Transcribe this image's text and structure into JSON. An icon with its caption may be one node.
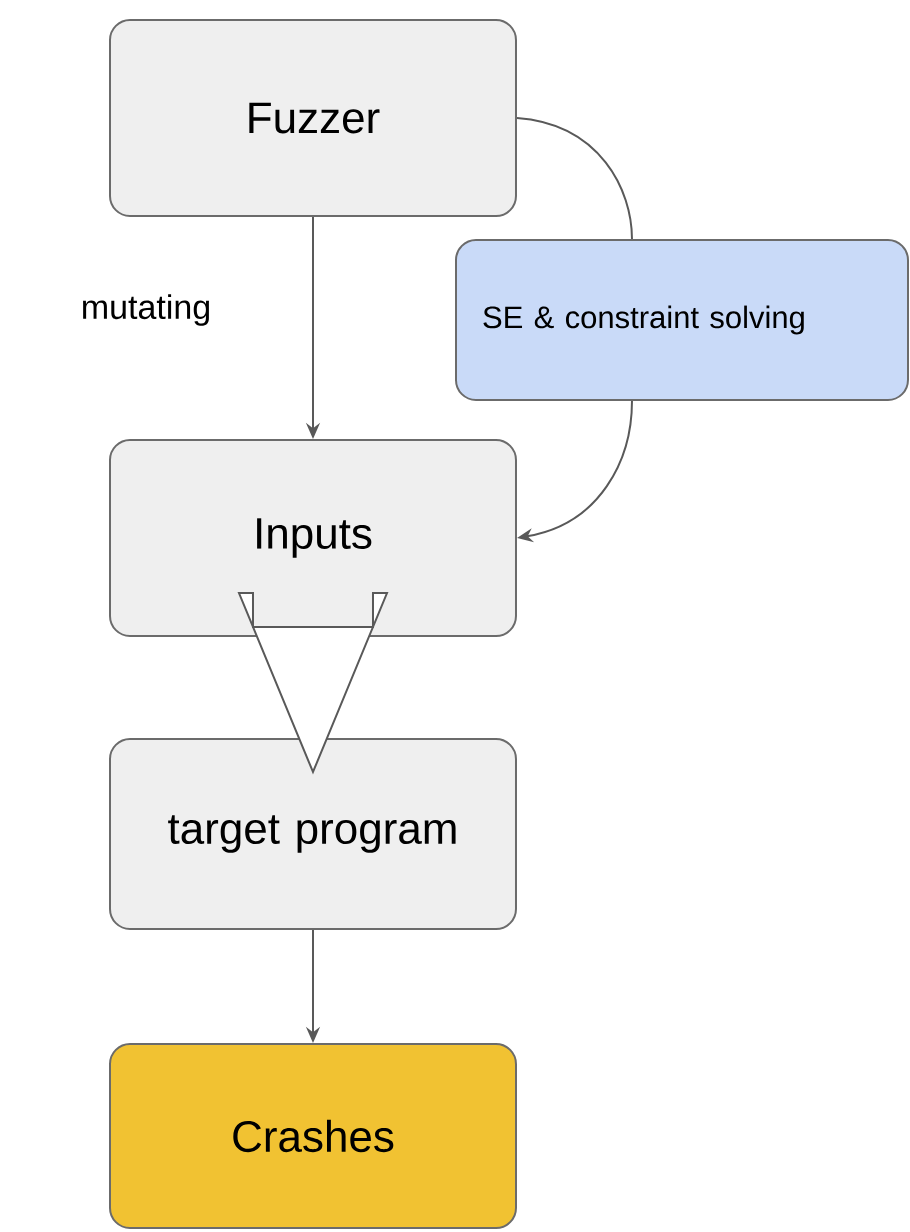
{
  "diagram": {
    "nodes": [
      {
        "text": [
          "Fuzzer"
        ]
      },
      {
        "text": [
          "SE & constraint solving"
        ]
      },
      {
        "text": [
          "Inputs"
        ]
      },
      {
        "text": [
          "target program"
        ]
      },
      {
        "text": [
          "Crashes"
        ]
      }
    ],
    "edges": [
      {
        "from": 0,
        "to": 2,
        "arrow": "to",
        "label": "mutating"
      },
      {
        "from": 0,
        "to": 1,
        "arrow": "none"
      },
      {
        "from": 1,
        "to": 2,
        "arrow": "to"
      },
      {
        "from": 2,
        "to": 3,
        "arrow": "to",
        "style": "thick"
      },
      {
        "from": 3,
        "to": 4,
        "arrow": "to"
      }
    ]
  }
}
